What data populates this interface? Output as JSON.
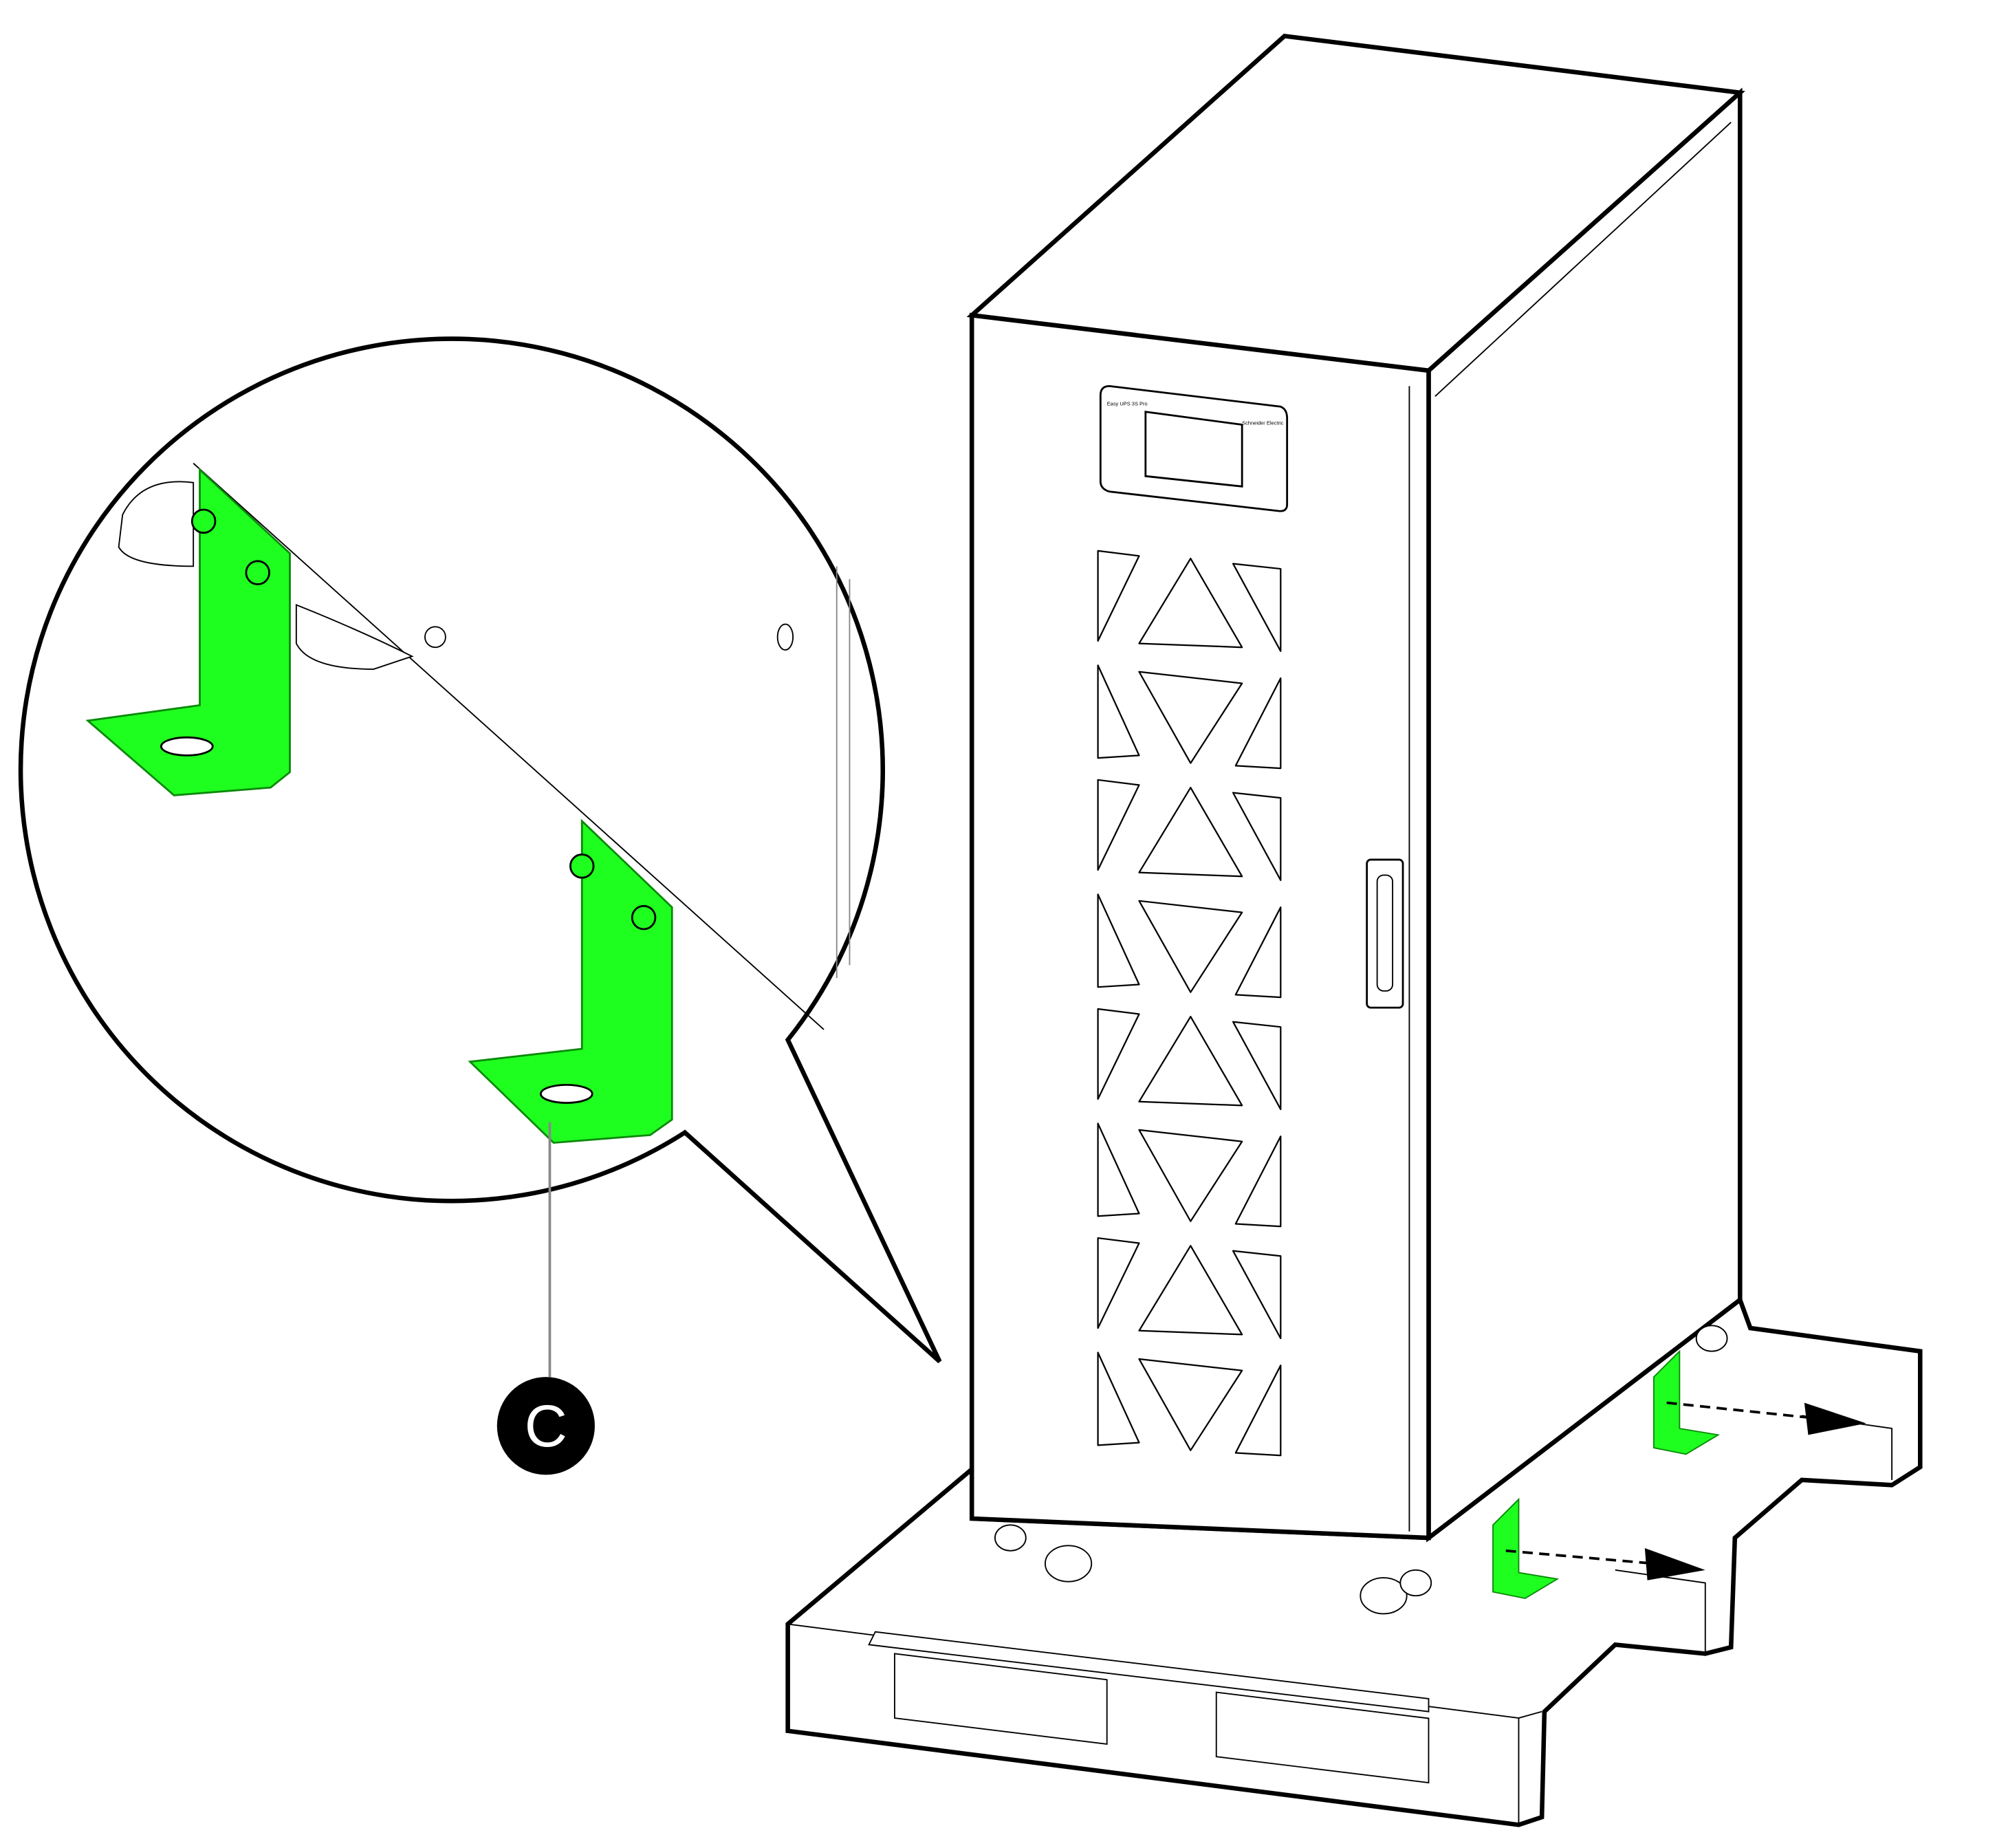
{
  "product": {
    "model_label": "Easy UPS 3S Pro",
    "brand_logo": "Schneider Electric"
  },
  "callout": {
    "label": "C"
  },
  "colors": {
    "bracket": "#1FFF1F",
    "bracket_stroke": "#0a8a0a",
    "line": "#000000",
    "background": "#ffffff",
    "callout_bg": "#000000"
  }
}
